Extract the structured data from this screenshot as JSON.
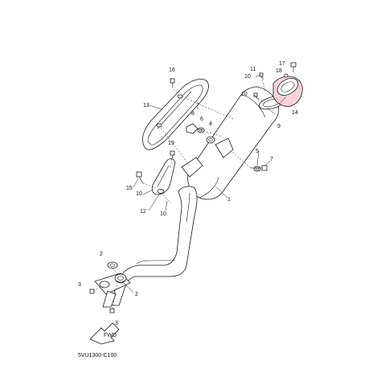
{
  "diagram_code": "5VU1300-C100",
  "fwd_label": "FWD",
  "callouts": {
    "c1": "1",
    "c2a": "2",
    "c2b": "2",
    "c3a": "3",
    "c3b": "3",
    "c4": "4",
    "c5": "5",
    "c6": "6",
    "c7": "7",
    "c8": "8",
    "c9": "9",
    "c10a": "10",
    "c10b": "10",
    "c10c": "10",
    "c10d": "10",
    "c11": "11",
    "c12": "12",
    "c13": "13",
    "c14": "14",
    "c15": "15",
    "c16": "16",
    "c17": "17",
    "c18": "18",
    "c19": "19"
  },
  "colors": {
    "highlight": "#f6d3da",
    "line": "#1a1a1a"
  }
}
